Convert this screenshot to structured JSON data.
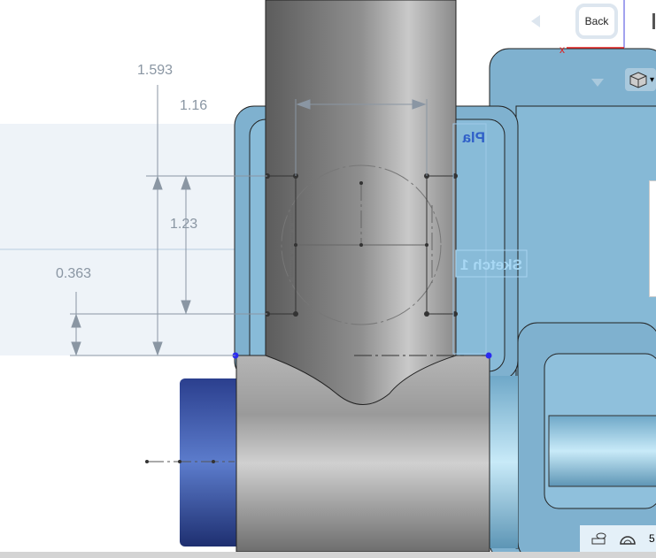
{
  "navigation": {
    "back_label": "Back"
  },
  "dimensions": {
    "overall_height": "1.593",
    "width": "1.16",
    "height": "1.23",
    "offset": "0.363"
  },
  "labels": {
    "plane": "Pla",
    "sketch": "Sketch 1"
  },
  "icons": {
    "view_cube": "view-cube-icon",
    "measure": "tape-measure-icon",
    "angle": "protractor-icon"
  },
  "colors": {
    "part_blue": "#86b9d6",
    "shaft_gray": "#8c8c8c",
    "knob_blue": "#3450a8",
    "sketch_line": "#333333",
    "dimension": "#8a96a3"
  }
}
